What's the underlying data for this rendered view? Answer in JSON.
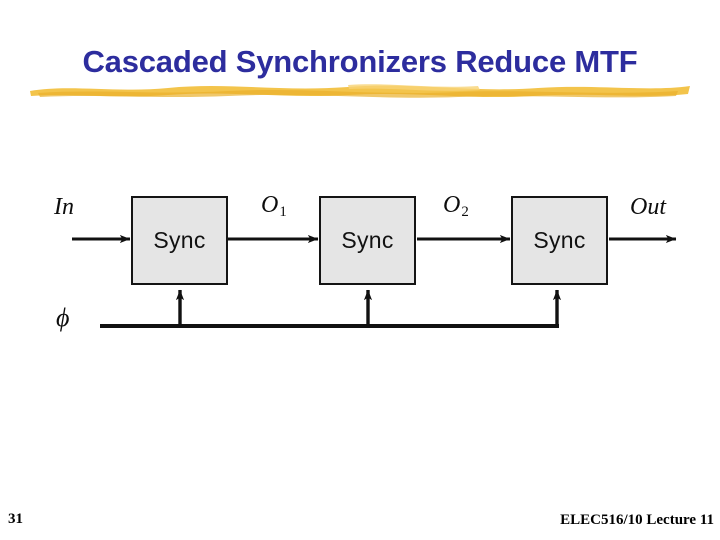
{
  "slide": {
    "title": "Cascaded Synchronizers Reduce MTF",
    "title_color": "#2D2D9E",
    "brush_color": "#F2C141",
    "background": "#ffffff"
  },
  "diagram": {
    "type": "block-diagram",
    "box_fill": "#E5E5E5",
    "line_color": "#141414",
    "blocks": [
      {
        "label": "Sync",
        "name": "sync-block-1"
      },
      {
        "label": "Sync",
        "name": "sync-block-2"
      },
      {
        "label": "Sync",
        "name": "sync-block-3"
      }
    ],
    "signals": {
      "input": "In",
      "inter1_base": "O",
      "inter1_sub": "1",
      "inter2_base": "O",
      "inter2_sub": "2",
      "output": "Out",
      "clock": "ϕ"
    }
  },
  "footer": {
    "page_number": "31",
    "course": "ELEC516/10 Lecture 11"
  }
}
